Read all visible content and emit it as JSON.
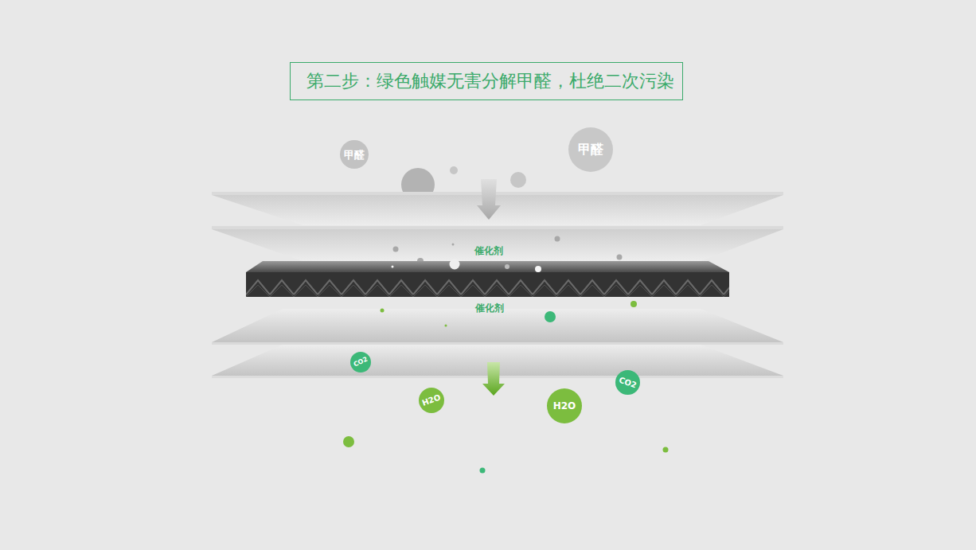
{
  "diagram": {
    "title": "第二步：绿色触媒无害分解甲醛，杜绝二次污染",
    "nodes": [
      {
        "text": [
          "甲醛"
        ]
      },
      {
        "text": [
          "甲醛"
        ]
      },
      {
        "text": [
          "CO2"
        ]
      },
      {
        "text": [
          "H2O"
        ]
      },
      {
        "text": [
          "H2O"
        ]
      },
      {
        "text": [
          "CO2"
        ]
      }
    ],
    "labels": [
      "催化剂",
      "催化剂"
    ]
  }
}
